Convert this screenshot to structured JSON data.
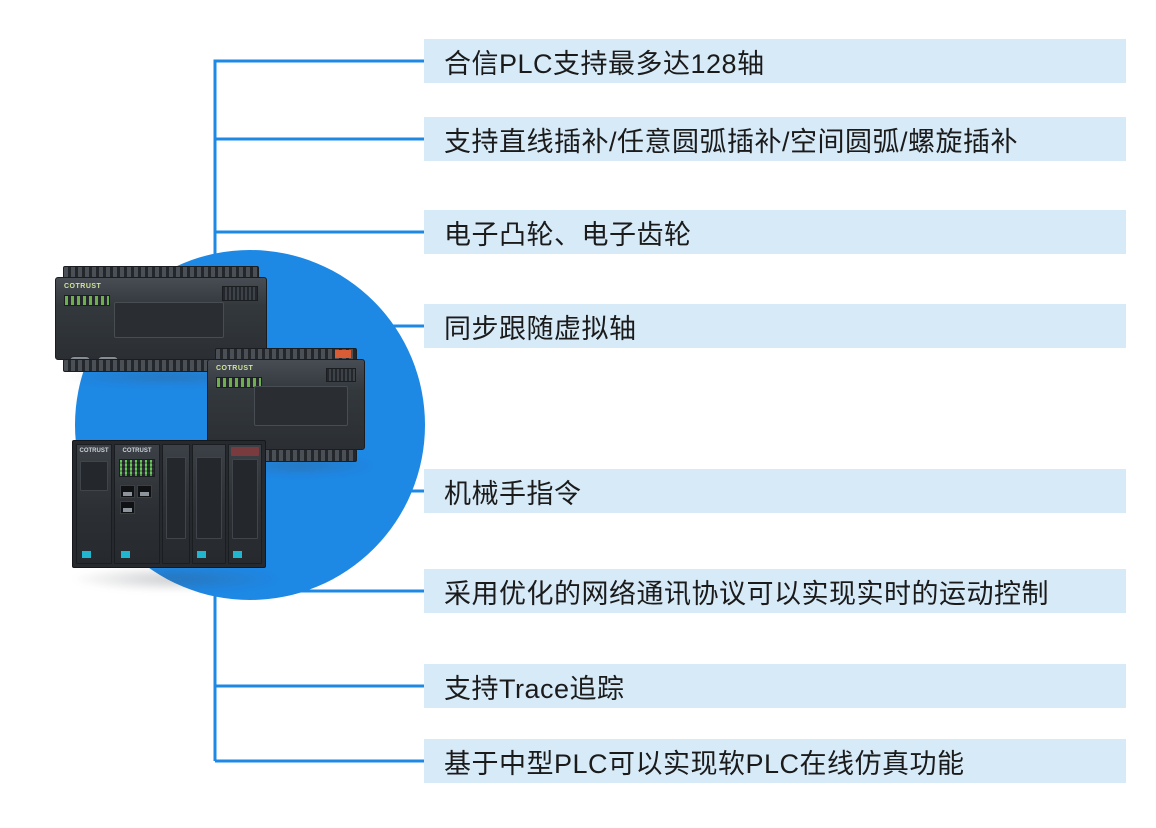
{
  "features": [
    {
      "label": "合信PLC支持最多达128轴"
    },
    {
      "label": "支持直线插补/任意圆弧插补/空间圆弧/螺旋插补"
    },
    {
      "label": "电子凸轮、电子齿轮"
    },
    {
      "label": "同步跟随虚拟轴"
    },
    {
      "label": "机械手指令"
    },
    {
      "label": "采用优化的网络通讯协议可以实现实时的运动控制"
    },
    {
      "label": "支持Trace追踪"
    },
    {
      "label": "基于中型PLC可以实现软PLC在线仿真功能"
    }
  ],
  "devices": {
    "brand": "COTRUST"
  },
  "colors": {
    "accent_blue": "#1E88E5",
    "bar_background": "#D7EAF8",
    "label_text": "#1B1B1B",
    "device_body": "#33383D",
    "cyan_accent": "#21B6CF"
  }
}
